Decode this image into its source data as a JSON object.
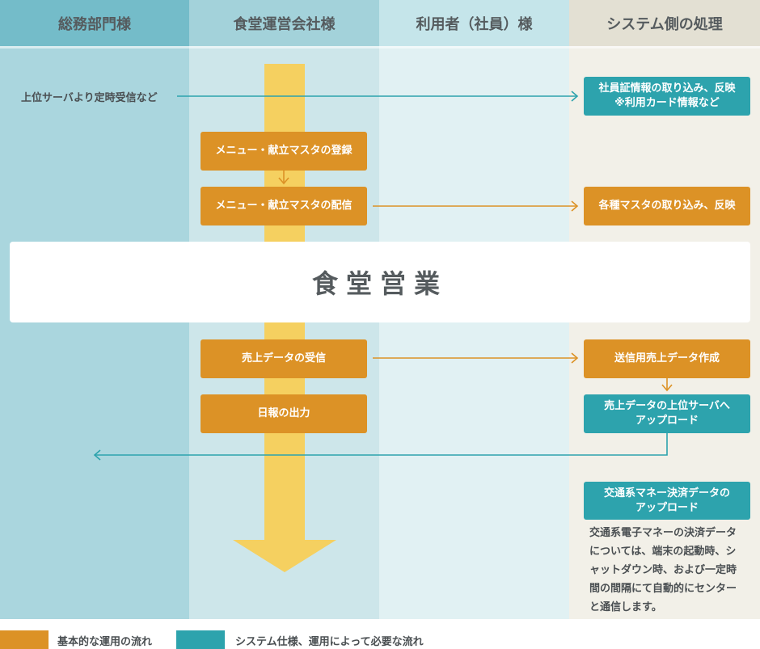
{
  "columns": {
    "general_affairs": "総務部門様",
    "cafeteria_operator": "食堂運営会社様",
    "users": "利用者（社員）様",
    "system_side": "システム側の処理"
  },
  "flows": {
    "upper_server_receive": "上位サーバより定時受信など",
    "employee_id_import": "社員証情報の取り込み、反映\n※利用カード情報など",
    "menu_master_register": "メニュー・献立マスタの登録",
    "menu_master_distribute": "メニュー・献立マスタの配信",
    "master_import": "各種マスタの取り込み、反映",
    "sales_data_receive": "売上データの受信",
    "daily_report_output": "日報の出力",
    "sales_data_create": "送信用売上データ作成",
    "sales_data_upload": "売上データの上位サーバへ\nアップロード",
    "ic_money_upload": "交通系マネー決済データの\nアップロード",
    "ic_money_note": "交通系電子マネーの決済データ\nについては、端末の起動時、シ\nャットダウン時、および一定時\n間の間隔にて自動的にセンター\nと通信します。"
  },
  "banner": "食堂営業",
  "legend": {
    "basic_flow": "基本的な運用の流れ",
    "optional_flow": "システム仕様、運用によって必要な流れ"
  },
  "colors": {
    "orange": "#dc9226",
    "teal": "#2da3ad",
    "timeline_arrow": "#f5d060"
  }
}
